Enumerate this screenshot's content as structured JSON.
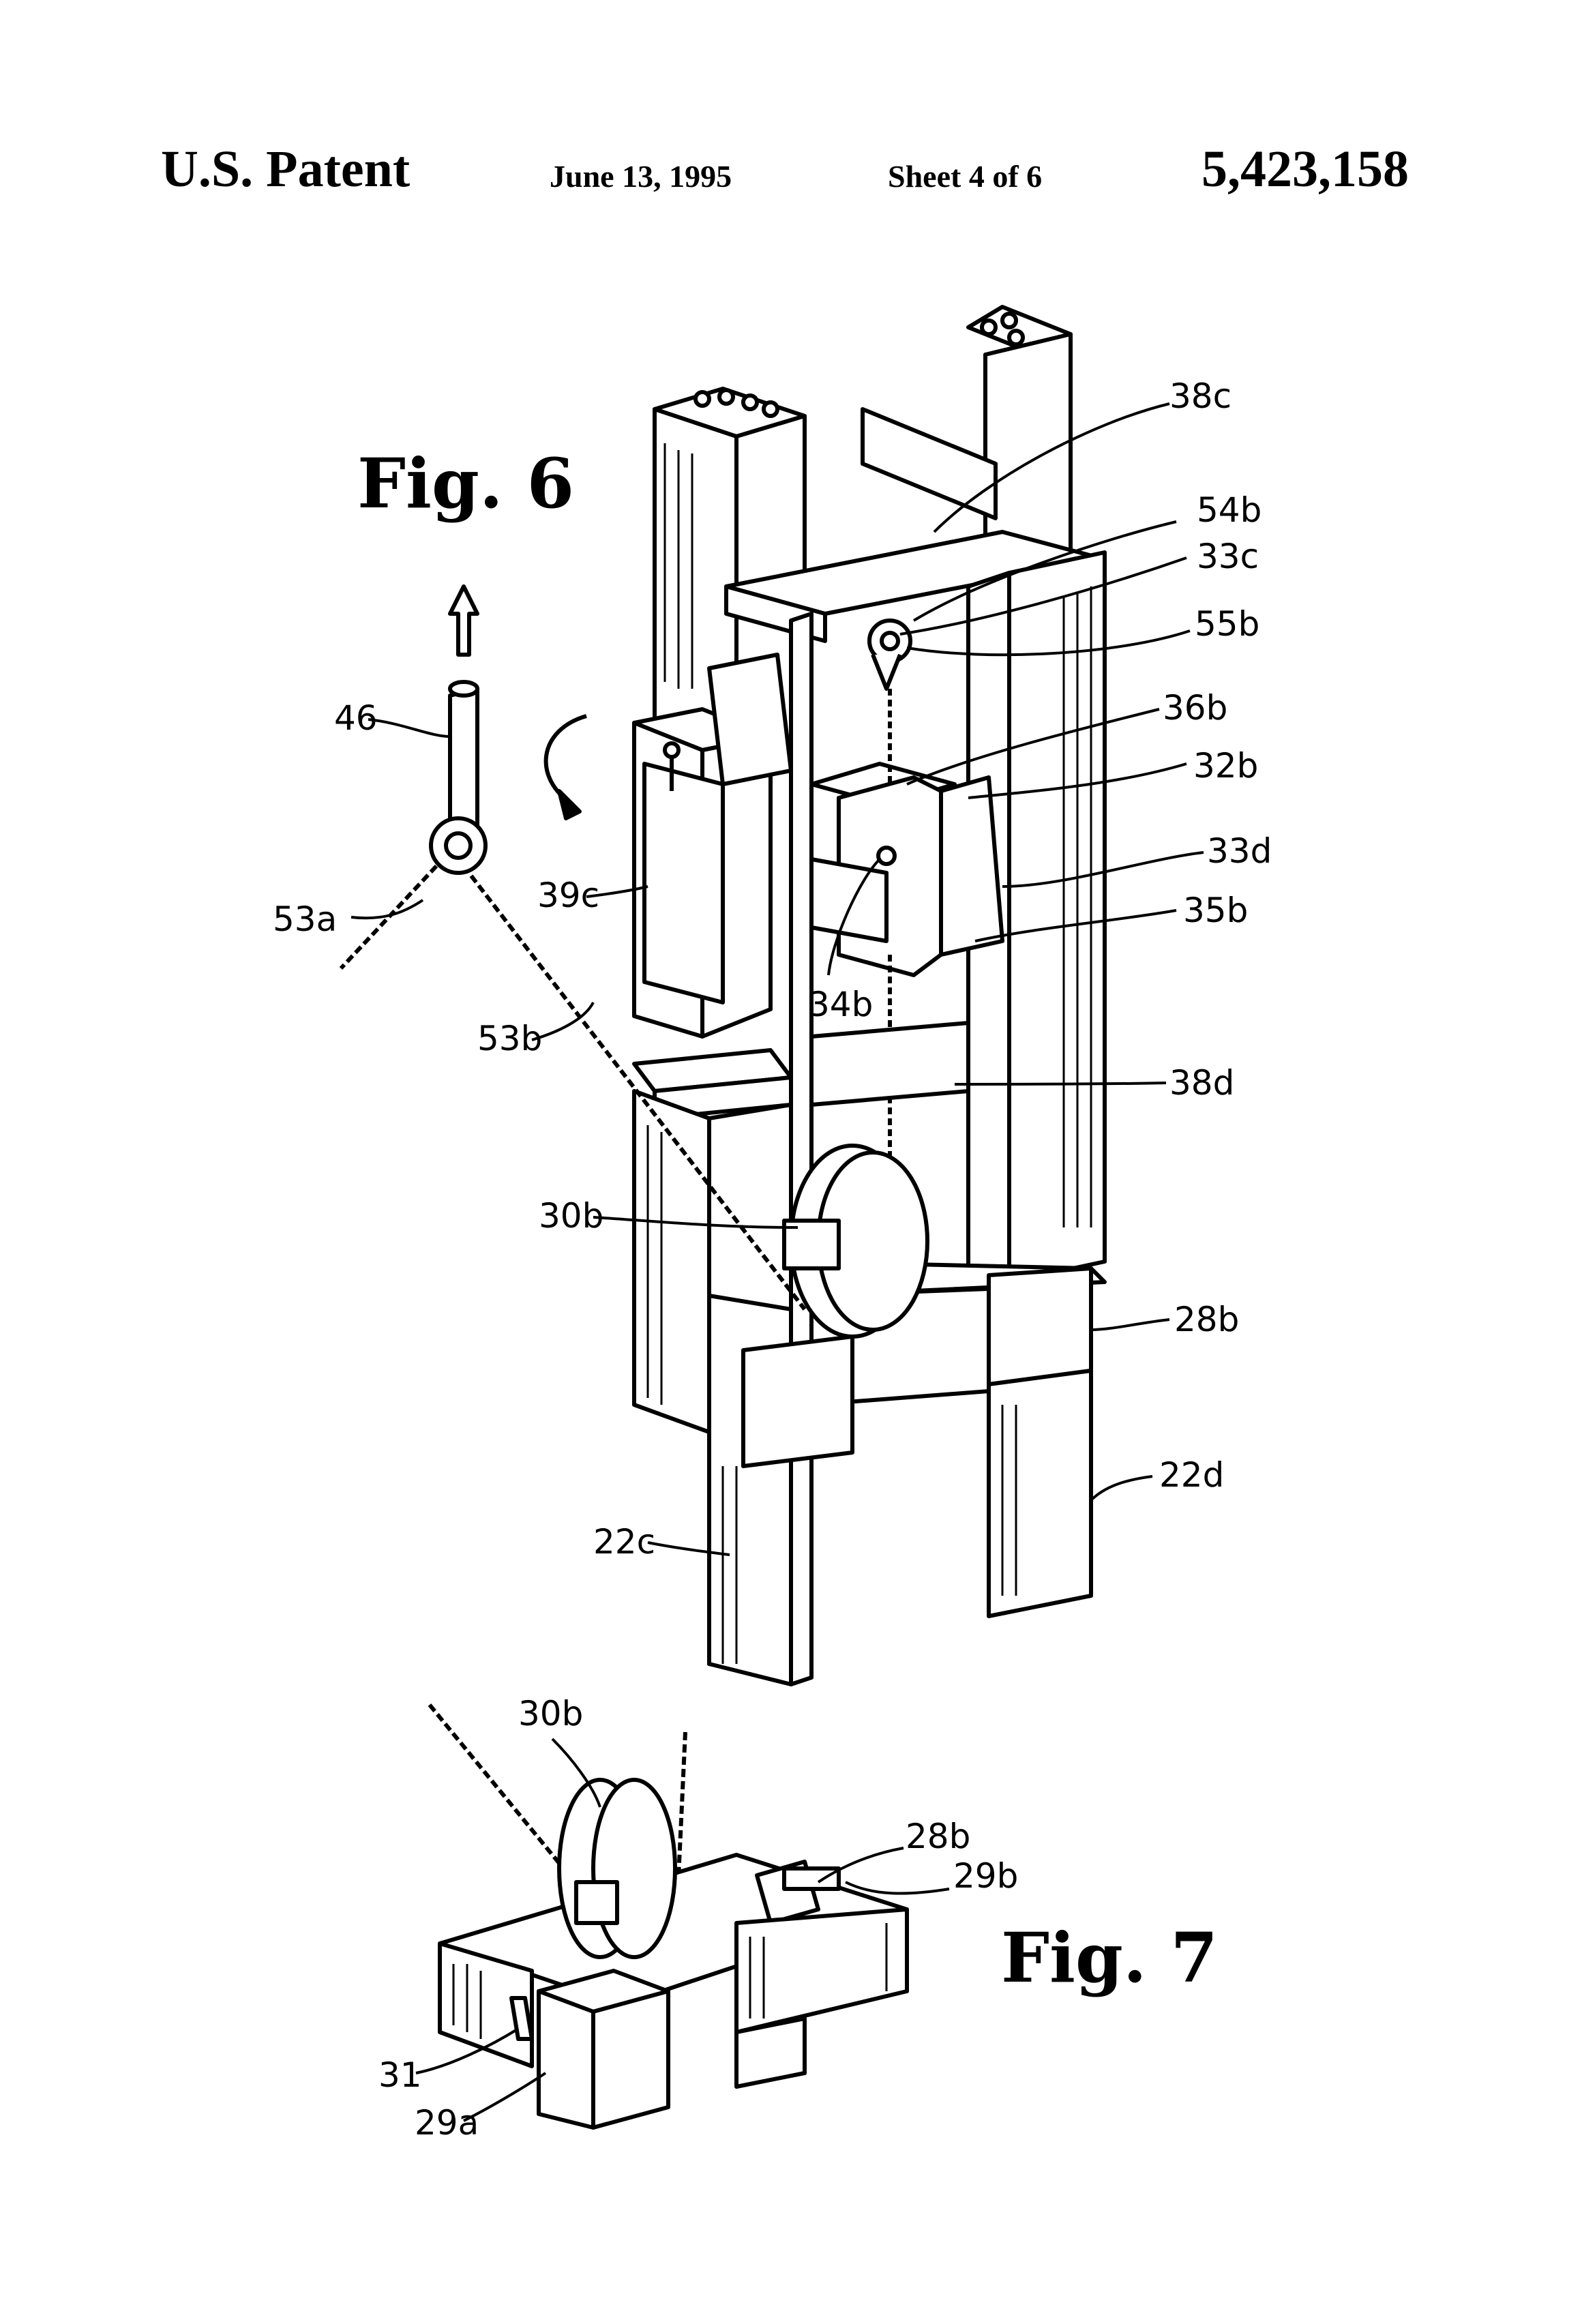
{
  "header": {
    "office": "U.S. Patent",
    "date": "June 13, 1995",
    "sheet": "Sheet 4 of 6",
    "patent_number": "5,423,158"
  },
  "figures": {
    "fig6_label": "Fig. 6",
    "fig7_label": "Fig. 7"
  },
  "fig6_refs": {
    "r38c": "38c",
    "r54b": "54b",
    "r33c": "33c",
    "r55b": "55b",
    "r36b": "36b",
    "r32b": "32b",
    "r33d": "33d",
    "r35b": "35b",
    "r34b": "34b",
    "r38d": "38d",
    "r46": "46",
    "r53a": "53a",
    "r53b": "53b",
    "r39c": "39c",
    "r30b": "30b",
    "r28b": "28b",
    "r22d": "22d",
    "r22c": "22c"
  },
  "fig7_refs": {
    "r30b": "30b",
    "r28b": "28b",
    "r29b": "29b",
    "r31": "31",
    "r29a": "29a"
  }
}
